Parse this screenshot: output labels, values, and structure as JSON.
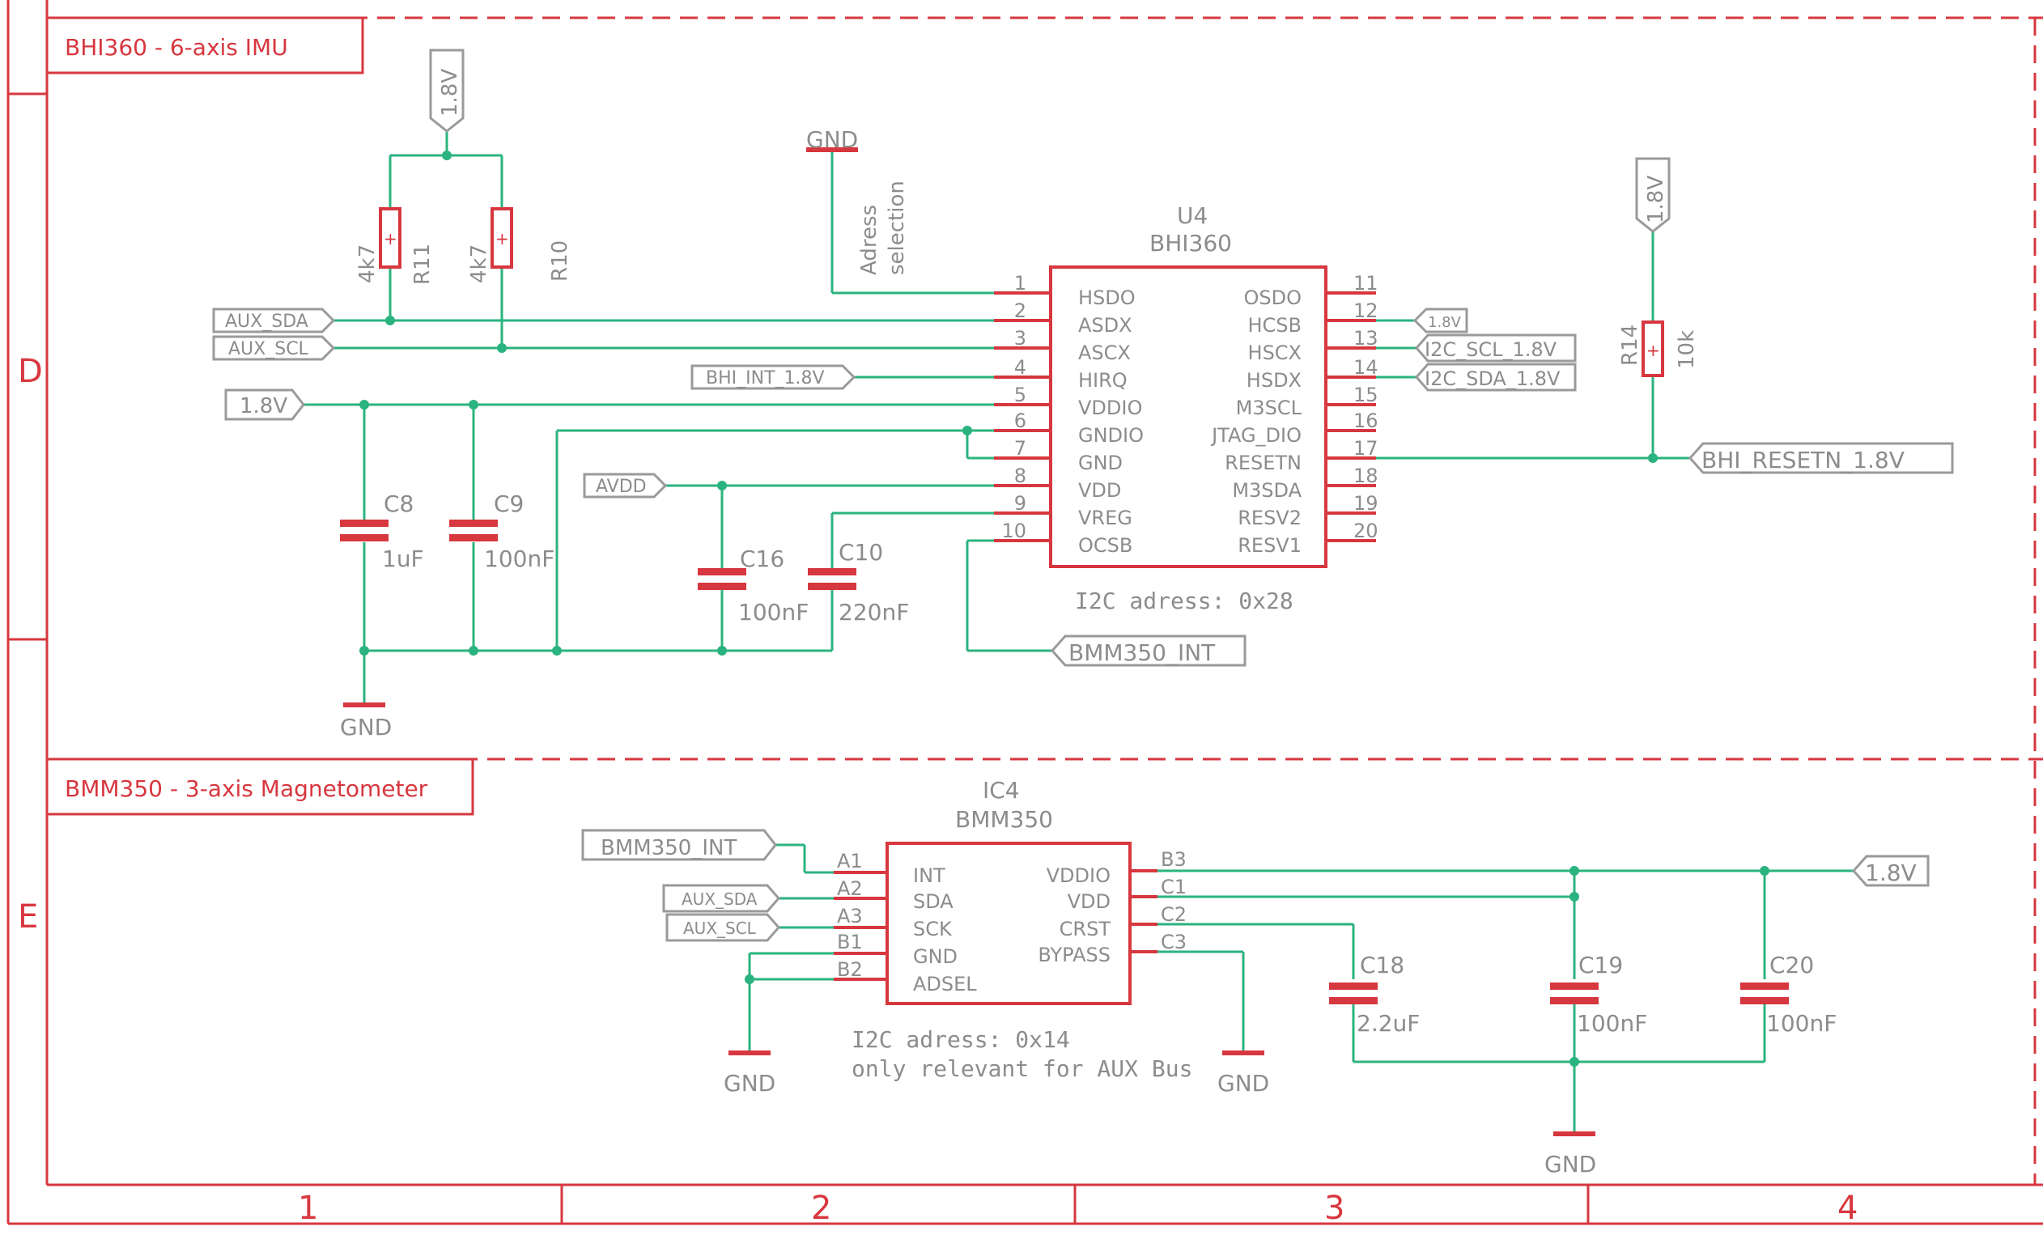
{
  "frame": {
    "rows": [
      "D",
      "E"
    ],
    "columns": [
      "1",
      "2",
      "3",
      "4"
    ]
  },
  "sections": {
    "imu_title": "BHI360 -  6-axis IMU",
    "mag_title": "BMM350 -  3-axis Magnetometer"
  },
  "u4": {
    "ref": "U4",
    "value": "BHI360",
    "left_pins": [
      {
        "num": "1",
        "name": "HSDO"
      },
      {
        "num": "2",
        "name": "ASDX"
      },
      {
        "num": "3",
        "name": "ASCX"
      },
      {
        "num": "4",
        "name": "HIRQ"
      },
      {
        "num": "5",
        "name": "VDDIO"
      },
      {
        "num": "6",
        "name": "GNDIO"
      },
      {
        "num": "7",
        "name": "GND"
      },
      {
        "num": "8",
        "name": "VDD"
      },
      {
        "num": "9",
        "name": "VREG"
      },
      {
        "num": "10",
        "name": "OCSB"
      }
    ],
    "right_pins": [
      {
        "num": "11",
        "name": "OSDO"
      },
      {
        "num": "12",
        "name": "HCSB"
      },
      {
        "num": "13",
        "name": "HSCX"
      },
      {
        "num": "14",
        "name": "HSDX"
      },
      {
        "num": "15",
        "name": "M3SCL"
      },
      {
        "num": "16",
        "name": "JTAG_DIO"
      },
      {
        "num": "17",
        "name": "RESETN"
      },
      {
        "num": "18",
        "name": "M3SDA"
      },
      {
        "num": "19",
        "name": "RESV2"
      },
      {
        "num": "20",
        "name": "RESV1"
      }
    ],
    "note": "I2C adress: 0x28"
  },
  "ic4": {
    "ref": "IC4",
    "value": "BMM350",
    "left_pins": [
      {
        "num": "A1",
        "name": "INT"
      },
      {
        "num": "A2",
        "name": "SDA"
      },
      {
        "num": "A3",
        "name": "SCK"
      },
      {
        "num": "B1",
        "name": "GND"
      },
      {
        "num": "B2",
        "name": "ADSEL"
      }
    ],
    "right_pins": [
      {
        "num": "B3",
        "name": "VDDIO"
      },
      {
        "num": "C1",
        "name": "VDD"
      },
      {
        "num": "C2",
        "name": "CRST"
      },
      {
        "num": "C3",
        "name": "BYPASS"
      }
    ],
    "note_line1": "I2C adress: 0x14",
    "note_line2": "only relevant for AUX Bus"
  },
  "resistors": {
    "r11": {
      "ref": "R11",
      "value": "4k7"
    },
    "r10": {
      "ref": "R10",
      "value": "4k7"
    },
    "r14": {
      "ref": "R14",
      "value": "10k"
    }
  },
  "capacitors": {
    "c8": {
      "ref": "C8",
      "value": "1uF"
    },
    "c9": {
      "ref": "C9",
      "value": "100nF"
    },
    "c16": {
      "ref": "C16",
      "value": "100nF"
    },
    "c10": {
      "ref": "C10",
      "value": "220nF"
    },
    "c18": {
      "ref": "C18",
      "value": "2.2uF"
    },
    "c19": {
      "ref": "C19",
      "value": "100nF"
    },
    "c20": {
      "ref": "C20",
      "value": "100nF"
    }
  },
  "nets": {
    "aux_sda": "AUX_SDA",
    "aux_scl": "AUX_SCL",
    "bhi_int": "BHI_INT_1.8V",
    "rail_18": "1.8V",
    "avdd": "AVDD",
    "i2c_scl": "I2C_SCL_1.8V",
    "i2c_sda": "I2C_SDA_1.8V",
    "bhi_resetn": "BHI_RESETN_1.8V",
    "bmm_int": "BMM350_INT",
    "gnd": "GND"
  },
  "annotations": {
    "adress_line1": "Adress",
    "adress_line2": "selection"
  }
}
